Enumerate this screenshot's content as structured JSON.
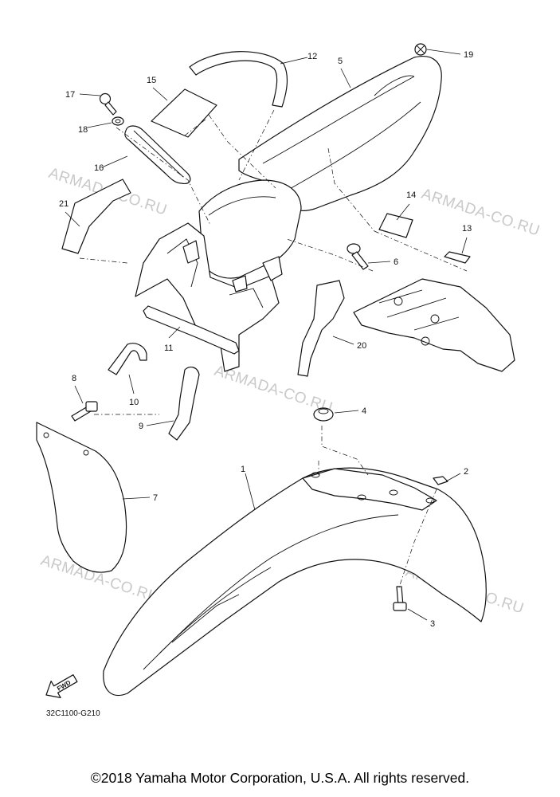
{
  "watermark": "ARMADA-CO.RU",
  "part_numbers": [
    "1",
    "2",
    "3",
    "4",
    "5",
    "6",
    "7",
    "8",
    "9",
    "10",
    "11",
    "12",
    "13",
    "14",
    "15",
    "16",
    "17",
    "18",
    "19",
    "20",
    "21"
  ],
  "direction_label": "FWD",
  "diagram_code": "32C1100-G210",
  "copyright": "©2018 Yamaha Motor Corporation, U.S.A. All rights reserved."
}
